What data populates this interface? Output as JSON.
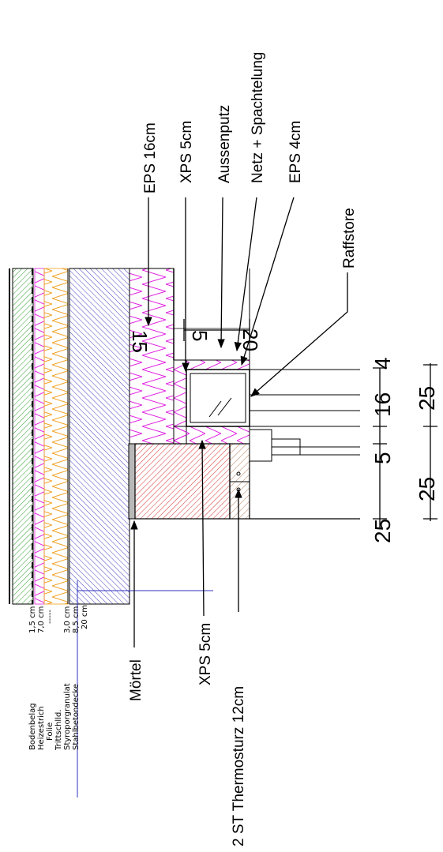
{
  "labels": {
    "eps16": "EPS 16cm",
    "xps5_top": "XPS 5cm",
    "aussenputz": "Aussenputz",
    "netz": "Netz + Spachtelung",
    "eps4": "EPS 4cm",
    "raffstore": "Raffstore",
    "moertel": "Mörtel",
    "xps5_bottom": "XPS 5cm",
    "thermosturz": "2 ST Thermosturz 12cm"
  },
  "dimensions": {
    "d15": "15",
    "d5": "5",
    "d20": "20",
    "d4": "4",
    "d16": "16",
    "d5b": "5",
    "d25a": "25",
    "d25b": "25",
    "d25c": "25"
  },
  "layers": [
    {
      "name": "Bodenbelag",
      "thickness": "1,5 cm"
    },
    {
      "name": "Heizestrich",
      "thickness": "7,0 cm"
    },
    {
      "name": "Folie",
      "thickness": "-----"
    },
    {
      "name": "Trittschlld.",
      "thickness": "3,0 cm"
    },
    {
      "name": "Styroporgranulat",
      "thickness": "8,5 cm"
    },
    {
      "name": "Stahlbetondecke",
      "thickness": "20 cm"
    }
  ],
  "colors": {
    "green": "#2e9e2e",
    "magenta": "#e020e0",
    "orange": "#f0a020",
    "blue": "#3030c0",
    "red": "#d01818",
    "gray": "#999999"
  }
}
